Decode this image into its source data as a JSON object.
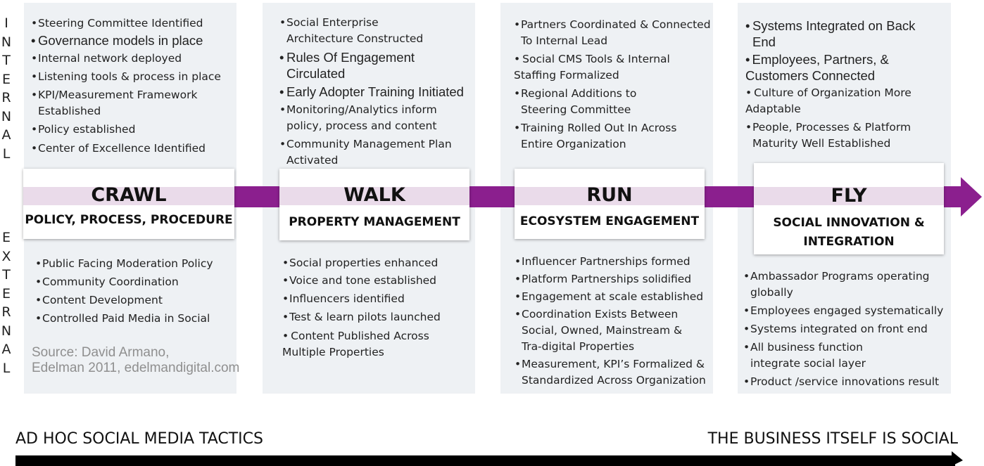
{
  "side_labels": {
    "internal": [
      "I",
      "N",
      "T",
      "E",
      "R",
      "N",
      "A",
      "L"
    ],
    "external": [
      "E",
      "X",
      "T",
      "E",
      "R",
      "N",
      "A",
      "L"
    ]
  },
  "stages": [
    {
      "title": "CRAWL",
      "subtitle": "POLICY, PROCESS, PROCEDURE",
      "internal": [
        "Steering Committee Identified",
        "Governance models in place",
        "Internal network deployed",
        " Listening tools & process in place",
        "KPI/Measurement Framework Established",
        "Policy established",
        "Center of Excellence Identified"
      ],
      "external": [
        "Public Facing Moderation Policy",
        "Community Coordination",
        "Content Development",
        "Controlled Paid Media in Social"
      ]
    },
    {
      "title": "WALK",
      "subtitle": "PROPERTY MANAGEMENT",
      "internal": [
        "Social Enterprise Architecture Constructed",
        "Rules Of Engagement Circulated",
        "Early Adopter Training Initiated",
        "Monitoring/Analytics inform policy, process and content",
        "Community Management Plan Activated"
      ],
      "external": [
        "Social properties enhanced",
        "Voice and tone established",
        "Influencers identified",
        "Test & learn pilots launched",
        "Content Published Across Multiple Properties"
      ]
    },
    {
      "title": "RUN",
      "subtitle": "ECOSYSTEM ENGAGEMENT",
      "internal": [
        "Partners Coordinated & Connected To Internal Lead",
        "Social CMS Tools & Internal Staffing Formalized",
        "Regional Additions to Steering Committee",
        "Training Rolled Out In Across Entire Organization"
      ],
      "external": [
        "Influencer Partnerships formed",
        "Platform Partnerships solidified",
        " Engagement at scale established",
        " Coordination Exists Between Social, Owned, Mainstream & Tra-digital Properties",
        "Measurement, KPI’s Formalized & Standardized Across Organization"
      ]
    },
    {
      "title": "FLY",
      "subtitle": "SOCIAL INNOVATION & INTEGRATION",
      "internal": [
        "Systems Integrated on Back End",
        "Employees, Partners, & Customers Connected",
        "Culture of Organization More Adaptable",
        "People, Processes & Platform Maturity Well Established"
      ],
      "external": [
        "Ambassador Programs operating globally",
        "Employees engaged systematically",
        "Systems integrated on front end",
        "All business function integrate social layer",
        "Product /service innovations result"
      ]
    }
  ],
  "source": {
    "line1": "Source: David Armano,",
    "line2": "Edelman 2011, edelmandigital.com"
  },
  "bottom": {
    "left": "AD HOC SOCIAL MEDIA TACTICS",
    "right": "THE BUSINESS ITSELF IS SOCIAL"
  },
  "colors": {
    "arrow": "#8b1f8e",
    "band": "#eadbea",
    "column_bg": "#eef1f4",
    "source_text": "#8f8f8f"
  }
}
